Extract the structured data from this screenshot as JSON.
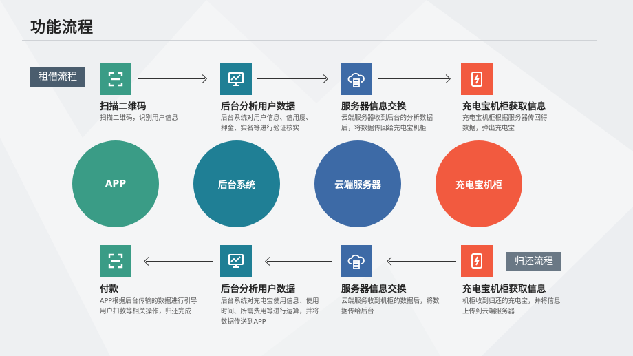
{
  "title": "功能流程",
  "tags": {
    "rent": "租借流程",
    "return": "归还流程"
  },
  "top_steps": [
    {
      "icon": "scan-icon",
      "title": "扫描二维码",
      "desc": "扫描二维码，识别用户信息"
    },
    {
      "icon": "monitor-chart-icon",
      "title": "后台分析用户数据",
      "desc": "后台系统对用户信息、信用度、押金、实名等进行验证核实"
    },
    {
      "icon": "cloud-server-icon",
      "title": "服务器信息交换",
      "desc": "云端服务器收到后台的分析数据后，将数据传回给充电宝机柜"
    },
    {
      "icon": "power-bank-icon",
      "title": "充电宝机柜获取信息",
      "desc": "充电宝机柜根据服务器传回得数据，弹出充电宝"
    }
  ],
  "circles": [
    "APP",
    "后台系统",
    "云端服务器",
    "充电宝机柜"
  ],
  "bottom_steps": [
    {
      "icon": "scan-icon",
      "title": "付款",
      "desc": "APP根据后台传输的数据进行引导用户扣款等相关操作，归还完成"
    },
    {
      "icon": "monitor-chart-icon",
      "title": "后台分析用户数据",
      "desc": "后台系统对充电宝使用信息、使用时间、所需费用等进行运算，并将数据传送到APP"
    },
    {
      "icon": "cloud-server-icon",
      "title": "服务器信息交换",
      "desc": "云端服务收到机柜的数据后，将数据传给后台"
    },
    {
      "icon": "power-bank-icon",
      "title": "充电宝机柜获取信息",
      "desc": "机柜收到归还的充电宝，并将信息上传到云端服务器"
    }
  ],
  "colors": {
    "green": "#3a9c86",
    "teal": "#1f7f95",
    "blue": "#3d6aa6",
    "red": "#f25a3f",
    "tag": "#4a5d6e"
  }
}
